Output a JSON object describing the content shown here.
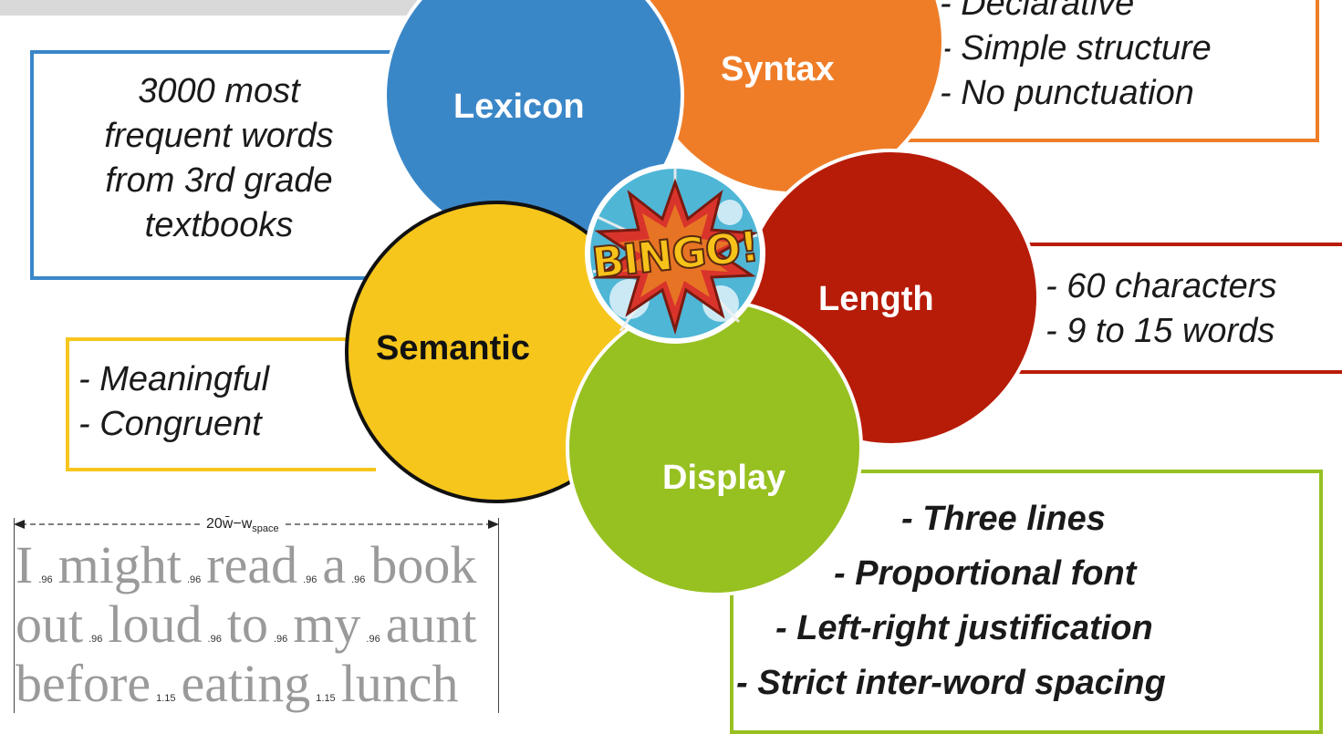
{
  "lexicon": {
    "label": "Lexicon",
    "text": [
      "3000 most",
      "frequent words",
      "from 3rd grade",
      "textbooks"
    ],
    "color": "#3a87c8"
  },
  "syntax": {
    "label": "Syntax",
    "text": [
      "- Declarative",
      "- Simple structure",
      "- No punctuation"
    ],
    "color": "#ef7d28"
  },
  "length": {
    "label": "Length",
    "text": [
      "- 60 characters",
      "- 9 to 15 words"
    ],
    "color": "#b71c08"
  },
  "semantic": {
    "label": "Semantic",
    "text": [
      "- Meaningful",
      "- Congruent"
    ],
    "color": "#f6c61c"
  },
  "display": {
    "label": "Display",
    "text": [
      "- Three lines",
      "- Proportional font",
      "- Left-right justification",
      "- Strict inter-word spacing"
    ],
    "color": "#97c021"
  },
  "center": {
    "label": "BINGO!"
  },
  "example": {
    "width_label": "20w̄−w",
    "width_sub": "space",
    "lines": [
      {
        "words": [
          "I",
          "might",
          "read",
          "a",
          "book"
        ],
        "spaces": [
          ".96",
          ".96",
          ".96",
          ".96"
        ]
      },
      {
        "words": [
          "out",
          "loud",
          "to",
          "my",
          "aunt"
        ],
        "spaces": [
          ".96",
          ".96",
          ".96",
          ".96"
        ]
      },
      {
        "words": [
          "before",
          "eating",
          "lunch"
        ],
        "spaces": [
          "1.15",
          "1.15"
        ]
      }
    ]
  }
}
